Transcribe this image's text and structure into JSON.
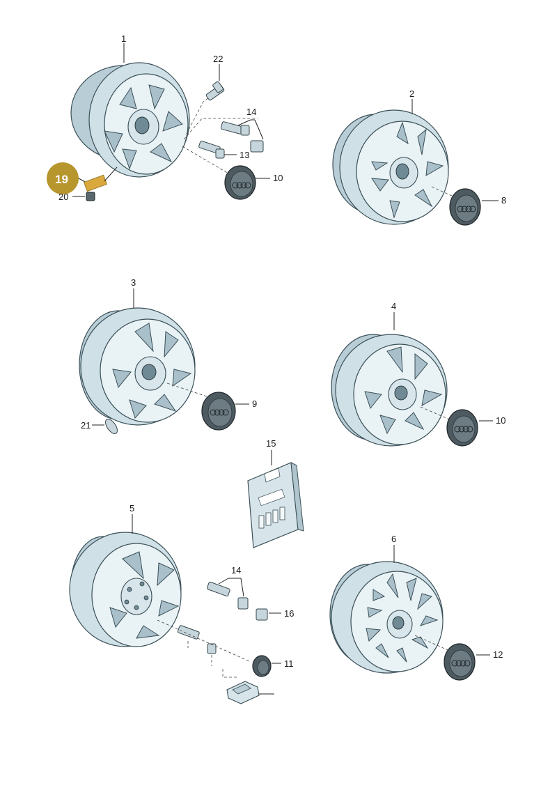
{
  "highlight_badge": {
    "label": "19",
    "color": "#b8962e"
  },
  "callouts": {
    "c1": "1",
    "c2": "2",
    "c3": "3",
    "c4": "4",
    "c5": "5",
    "c6": "6",
    "c8": "8",
    "c9": "9",
    "c10a": "10",
    "c10b": "10",
    "c11": "11",
    "c12": "12",
    "c13": "13",
    "c14a": "14",
    "c14b": "14",
    "c15": "15",
    "c16": "16",
    "c20": "20",
    "c21": "21",
    "c22": "22"
  },
  "colors": {
    "rim": "#cfe0e7",
    "rim_face": "#e9f2f5",
    "hub_cap": "#4d5a60",
    "outline": "#3a4f57"
  }
}
